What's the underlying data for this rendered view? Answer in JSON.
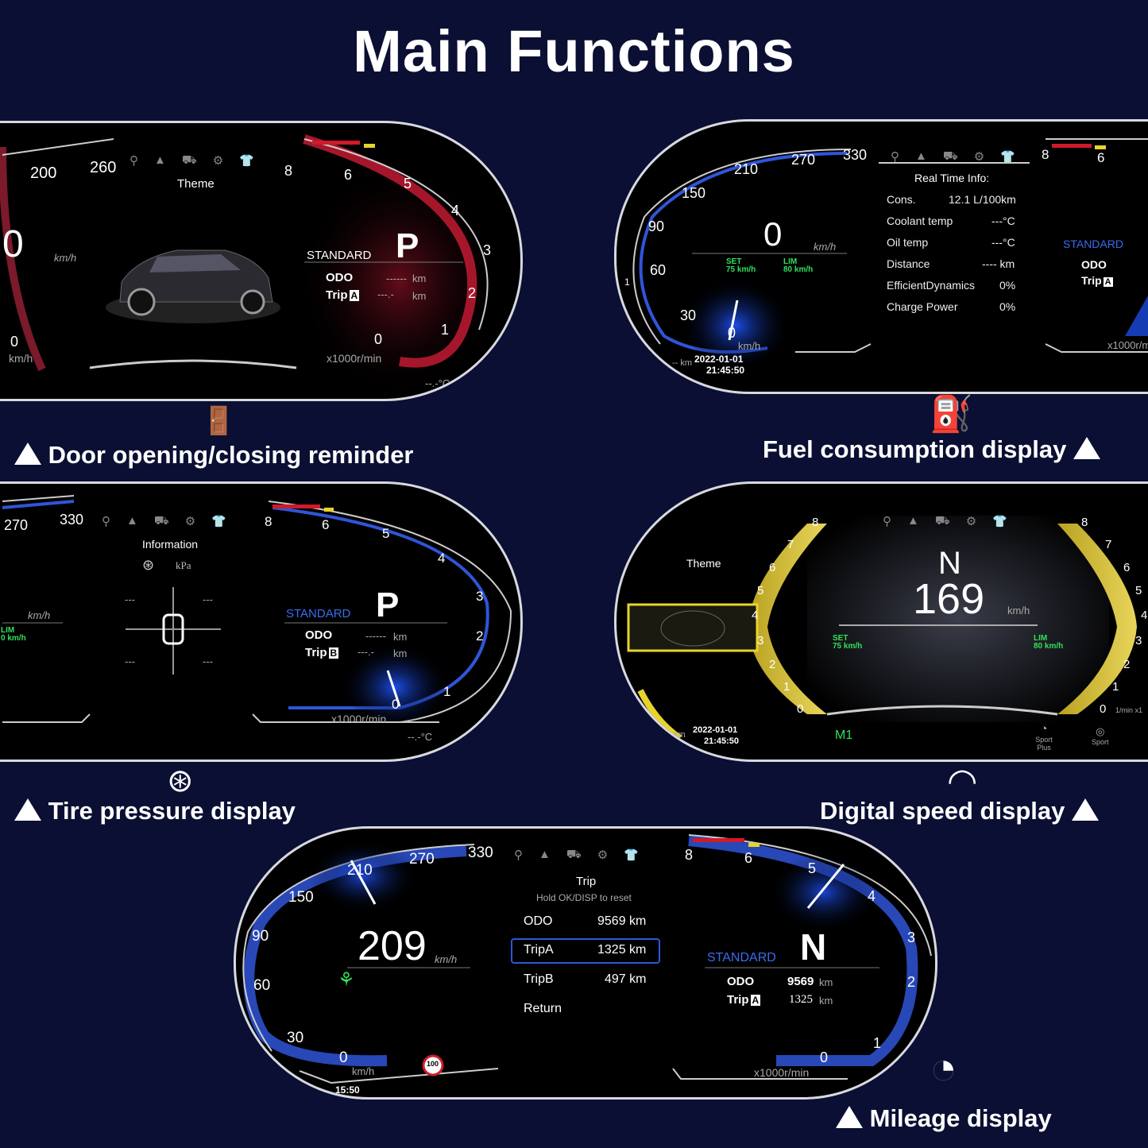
{
  "title": "Main Functions",
  "captions": {
    "door": "Door opening/closing reminder",
    "fuel": "Fuel consumption display",
    "tire": "Tire pressure display",
    "digital": "Digital speed display",
    "mileage": "Mileage display"
  },
  "status_icons": [
    "location-icon",
    "warning-icon",
    "car-icon",
    "gear-icon",
    "shirt-icon"
  ],
  "panel1": {
    "speed_ticks": [
      "200",
      "260"
    ],
    "speed": "0",
    "speed_unit": "km/h",
    "menu_title": "Theme",
    "mode": "STANDARD",
    "gear": "P",
    "odo_label": "ODO",
    "odo_value": "------",
    "trip_label": "Trip",
    "trip_letter": "A",
    "trip_value": "---.-",
    "km": "km",
    "rpm_ticks": [
      "8",
      "6",
      "5",
      "4",
      "3",
      "2",
      "1",
      "0"
    ],
    "rpm_unit": "x1000r/min",
    "low_speed": "0",
    "low_unit": "km/h",
    "temp": "--.-°C"
  },
  "panel2": {
    "speed_ticks": [
      "330",
      "270",
      "210",
      "150",
      "90",
      "60",
      "30",
      "0"
    ],
    "speed": "0",
    "speed_unit": "km/h",
    "set_label": "SET",
    "set_value": "75 km/h",
    "lim_label": "LIM",
    "lim_value": "80 km/h",
    "date": "2022-01-01",
    "time": "21:45:50",
    "km_prefix": "-- km",
    "info_title": "Real Time Info:",
    "info_rows": [
      {
        "label": "Cons.",
        "value": "12.1 L/100km"
      },
      {
        "label": "Coolant temp",
        "value": "---°C"
      },
      {
        "label": "Oil temp",
        "value": "---°C"
      },
      {
        "label": "Distance",
        "value": "---- km"
      },
      {
        "label": "EfficientDynamics",
        "value": "0%"
      },
      {
        "label": "Charge Power",
        "value": "0%"
      }
    ],
    "rpm_ticks": [
      "8",
      "6"
    ],
    "mode": "STANDARD",
    "odo_label": "ODO",
    "trip_label": "Trip",
    "trip_letter": "A",
    "rpm_unit": "x1000r/m",
    "one": "1"
  },
  "panel3": {
    "speed_ticks": [
      "270",
      "330"
    ],
    "speed_unit": "km/h",
    "lim_label": "LIM",
    "lim_value": "0 km/h",
    "menu_title": "Information",
    "pressure_unit": "kPa",
    "tire_values": [
      "---",
      "---",
      "---",
      "---"
    ],
    "rpm_ticks": [
      "8",
      "6",
      "5",
      "4",
      "3",
      "2",
      "1",
      "0"
    ],
    "mode": "STANDARD",
    "gear": "P",
    "odo_label": "ODO",
    "odo_value": "------",
    "trip_label": "Trip",
    "trip_letter": "B",
    "trip_value": "---.-",
    "km": "km",
    "rpm_unit": "x1000r/min",
    "temp": "--.-°C"
  },
  "panel4": {
    "menu_title": "Theme",
    "gear": "N",
    "speed": "169",
    "speed_unit": "km/h",
    "set_label": "SET",
    "set_value": "75 km/h",
    "lim_label": "LIM",
    "lim_value": "80 km/h",
    "left_ticks": [
      "8",
      "7",
      "6",
      "5",
      "4",
      "3",
      "2",
      "1",
      "0"
    ],
    "right_ticks": [
      "8",
      "7",
      "6",
      "5",
      "4",
      "3",
      "2",
      "1",
      "0"
    ],
    "date": "2022-01-01",
    "time": "21:45:50",
    "km_prefix": "km",
    "drive_mode": "M1",
    "sport_plus": "Sport Plus",
    "sport": "Sport",
    "rpm_unit": "1/min x1",
    "s": "S"
  },
  "panel5": {
    "speed_ticks": [
      "330",
      "270",
      "210",
      "150",
      "90",
      "60",
      "30",
      "0"
    ],
    "speed": "209",
    "speed_unit": "km/h",
    "menu_title": "Trip",
    "menu_hint": "Hold OK/DISP to reset",
    "menu_rows": [
      {
        "label": "ODO",
        "value": "9569 km"
      },
      {
        "label": "TripA",
        "value": "1325 km"
      },
      {
        "label": "TripB",
        "value": "497 km"
      },
      {
        "label": "Return",
        "value": ""
      }
    ],
    "mode": "STANDARD",
    "gear": "N",
    "odo_label": "ODO",
    "odo_value": "9569",
    "trip_label": "Trip",
    "trip_letter": "A",
    "trip_value": "1325",
    "km": "km",
    "rpm_ticks": [
      "8",
      "6",
      "5",
      "4",
      "3",
      "2",
      "1",
      "0"
    ],
    "rpm_unit": "x1000r/min",
    "speed_limit": "100",
    "time_partial": "15:50"
  },
  "colors": {
    "background": "#0a0f33",
    "accent_blue": "#2f55d8",
    "redline": "#d01a2a",
    "yellow": "#e7d42a",
    "green": "#33e05a"
  }
}
